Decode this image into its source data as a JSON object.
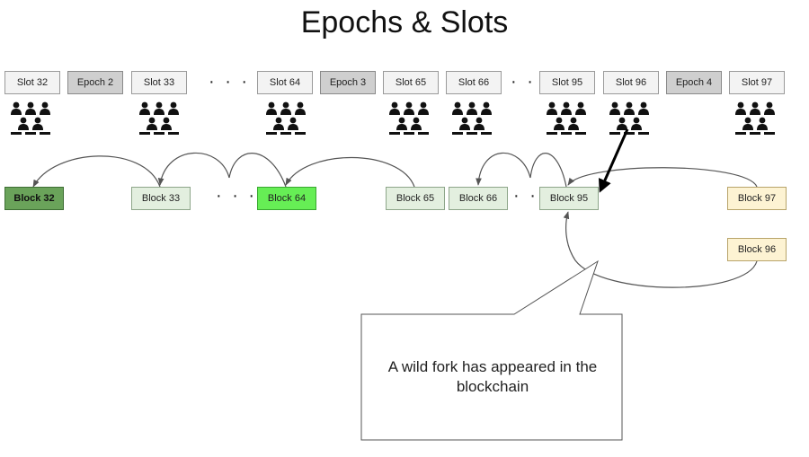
{
  "title": "Epochs & Slots",
  "top_row": [
    {
      "label": "Slot 32"
    },
    {
      "label": "Epoch 2"
    },
    {
      "label": "Slot 33"
    },
    {
      "label": "Slot 64"
    },
    {
      "label": "Epoch 3"
    },
    {
      "label": "Slot 65"
    },
    {
      "label": "Slot 66"
    },
    {
      "label": "Slot 95"
    },
    {
      "label": "Slot 96"
    },
    {
      "label": "Epoch 4"
    },
    {
      "label": "Slot 97"
    }
  ],
  "blocks": [
    {
      "label": "Block 32"
    },
    {
      "label": "Block 33"
    },
    {
      "label": "Block 64"
    },
    {
      "label": "Block 65"
    },
    {
      "label": "Block 66"
    },
    {
      "label": "Block 95"
    },
    {
      "label": "Block 97"
    },
    {
      "label": "Block 96"
    }
  ],
  "ellipsis": "· · ·",
  "callout": "A wild fork has appeared in the blockchain",
  "icons": {
    "validators": "people-group-icon"
  },
  "colors": {
    "block_32": "#6aa35a",
    "block_64": "#66ee55",
    "block_default": "#e3efdf",
    "block_fork": "#fdf3d3",
    "epoch": "#cfcfcf",
    "slot": "#f3f3f3"
  }
}
